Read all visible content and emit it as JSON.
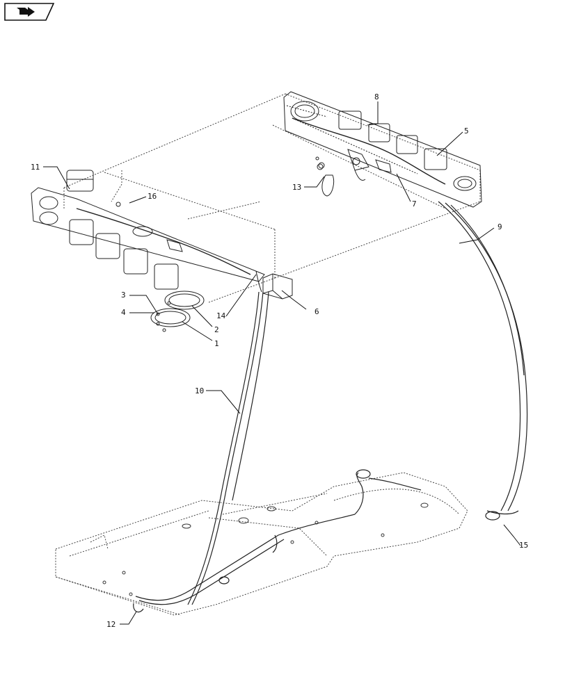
{
  "nav_icon": "page-turn-arrow-icon",
  "colors": {
    "ink": "#111111",
    "dotted": "#444444",
    "background": "#ffffff"
  },
  "callouts": [
    {
      "id": "c1",
      "label": "1"
    },
    {
      "id": "c2",
      "label": "2"
    },
    {
      "id": "c3",
      "label": "3"
    },
    {
      "id": "c4",
      "label": "4"
    },
    {
      "id": "c5",
      "label": "5"
    },
    {
      "id": "c6",
      "label": "6"
    },
    {
      "id": "c7",
      "label": "7"
    },
    {
      "id": "c8",
      "label": "8"
    },
    {
      "id": "c9",
      "label": "9"
    },
    {
      "id": "c10",
      "label": "10"
    },
    {
      "id": "c11",
      "label": "11"
    },
    {
      "id": "c12",
      "label": "12"
    },
    {
      "id": "c13",
      "label": "13"
    },
    {
      "id": "c14",
      "label": "14"
    },
    {
      "id": "c15",
      "label": "15"
    },
    {
      "id": "c16",
      "label": "16"
    }
  ]
}
